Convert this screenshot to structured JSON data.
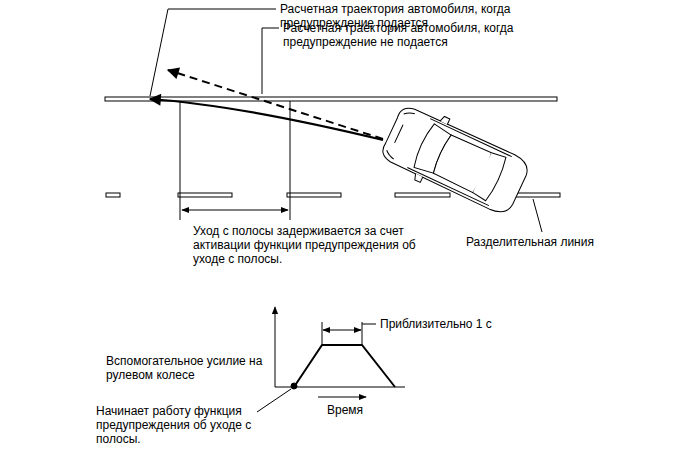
{
  "diagram": {
    "labels": [
      "Расчетная траектория автомобиля, когда предупреждение подается",
      "Расчетная траектория автомобиля, когда предупреждение не подается",
      "Уход с полосы задерживается за счет активации функции предупреждения об уходе с полосы.",
      "Разделительная линия",
      "Приблизительно 1 с",
      "Вспомогательное усилие на рулевом колесе",
      "Время",
      "Начинает работу функция предупреждения об уходе с полосы."
    ]
  }
}
